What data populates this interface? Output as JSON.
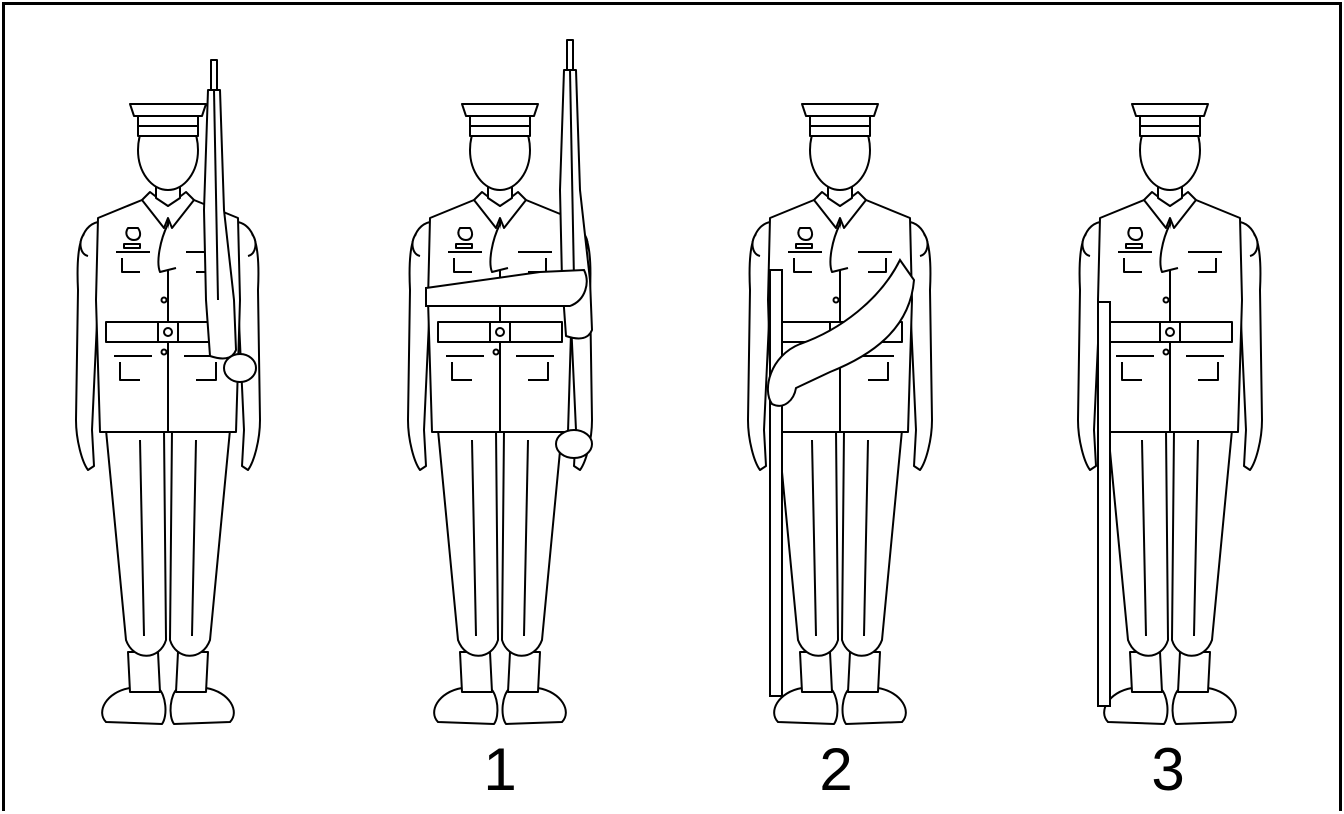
{
  "figures": [
    {
      "id": "start",
      "label": ""
    },
    {
      "id": "step-1",
      "label": "1"
    },
    {
      "id": "step-2",
      "label": "2"
    },
    {
      "id": "step-3",
      "label": "3"
    }
  ],
  "colors": {
    "line": "#000000",
    "background": "#ffffff"
  }
}
